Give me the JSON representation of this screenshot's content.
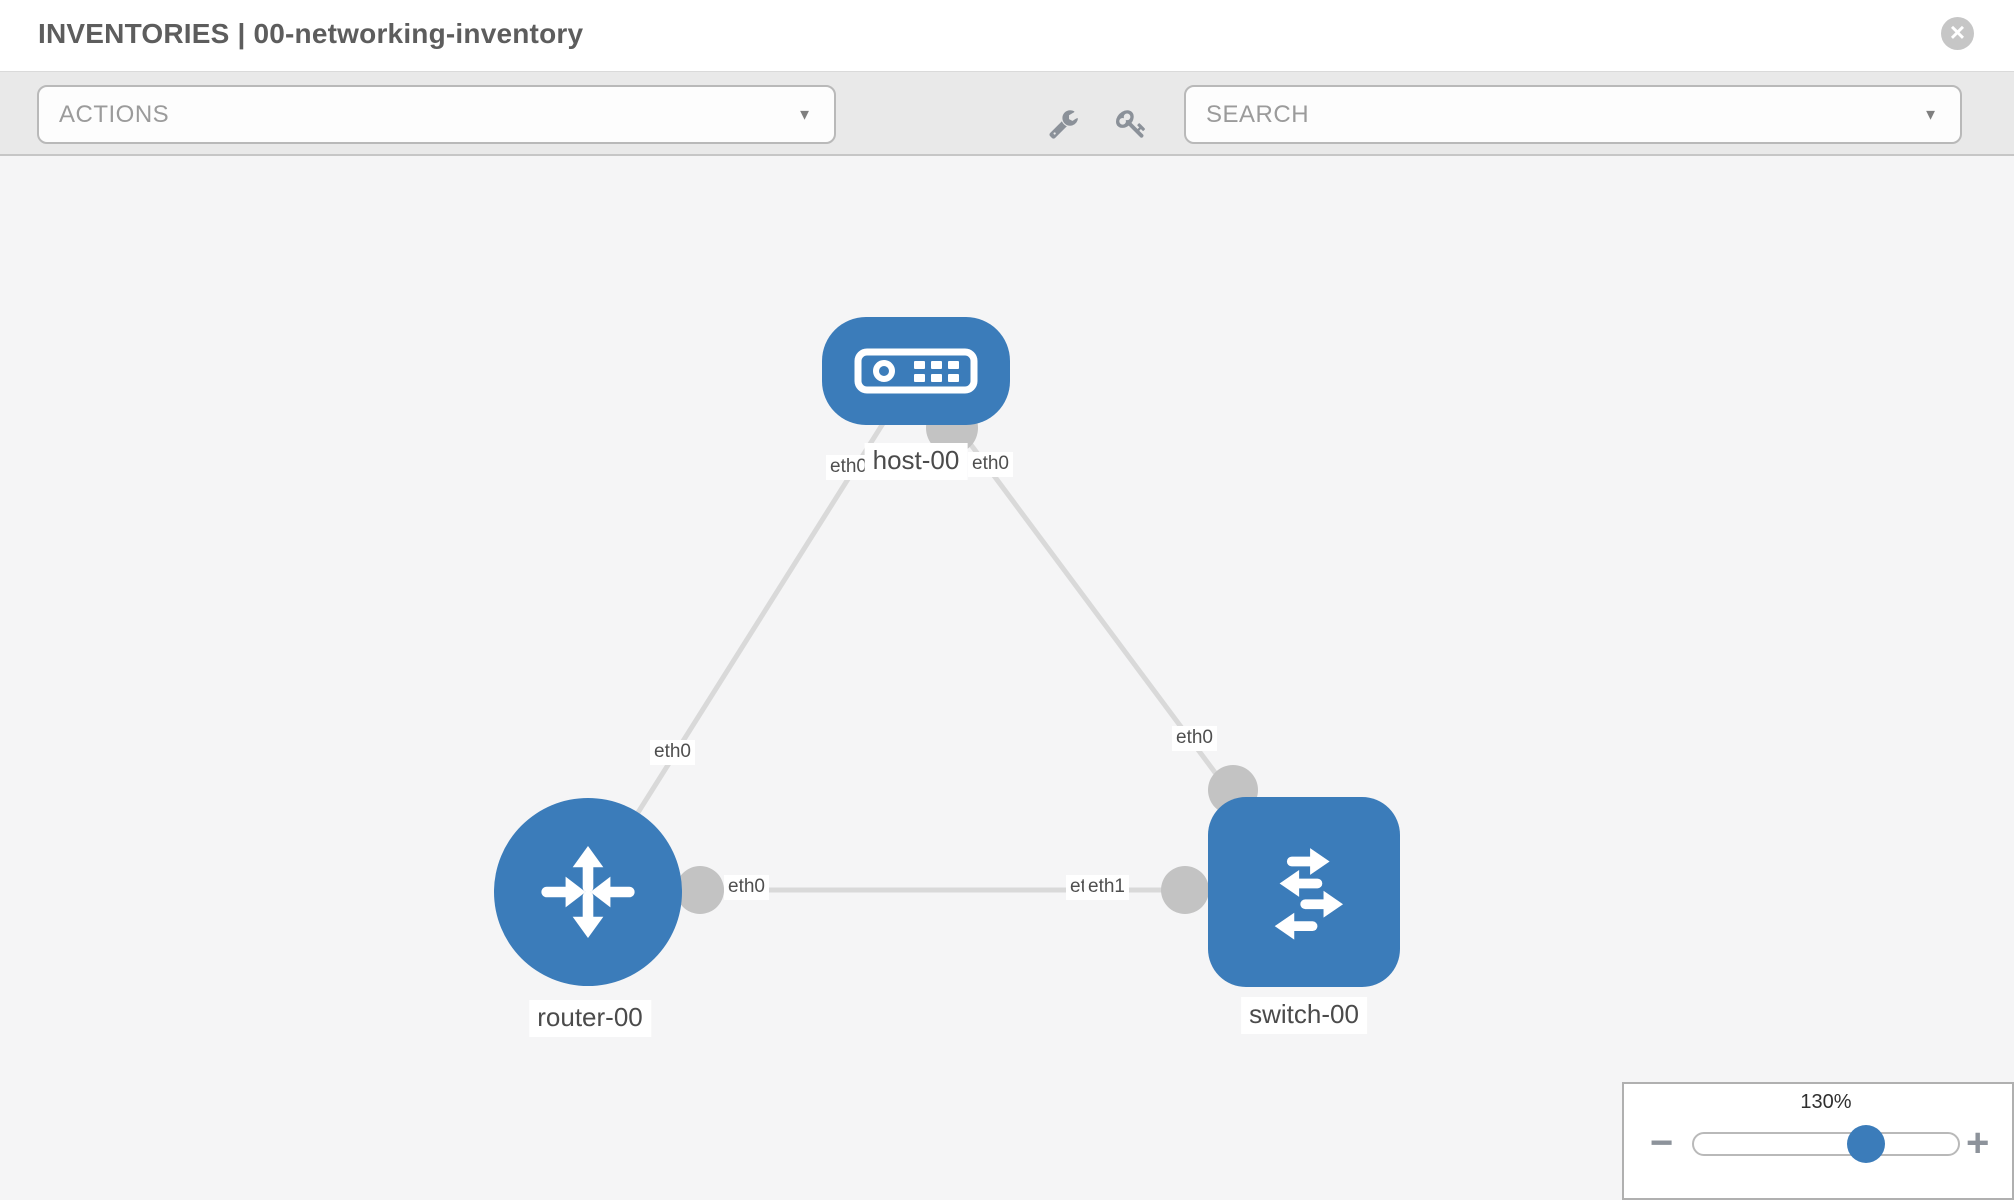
{
  "header": {
    "title": "INVENTORIES | 00-networking-inventory",
    "close_glyph": "×"
  },
  "toolbar": {
    "actions_label": "ACTIONS",
    "search_placeholder": "SEARCH",
    "caret_glyph": "▼"
  },
  "topology": {
    "nodes": {
      "host": {
        "label": "host-00",
        "type": "host"
      },
      "router": {
        "label": "router-00",
        "type": "router"
      },
      "switch": {
        "label": "switch-00",
        "type": "switch"
      }
    },
    "links": [
      {
        "from": "host-00",
        "from_iface": "eth0",
        "to": "router-00",
        "to_iface": "eth0"
      },
      {
        "from": "host-00",
        "from_iface": "eth0",
        "to": "switch-00",
        "to_iface": "eth0"
      },
      {
        "from": "router-00",
        "from_iface": "eth0",
        "to": "switch-00",
        "to_iface": "eth1"
      }
    ],
    "iface_labels": {
      "hr_host": "eth0",
      "hr_router": "eth0",
      "hs_host": "eth0",
      "hs_switch": "eth0",
      "rs_router": "eth0",
      "rs_switch_under": "eth0",
      "rs_switch_over": "eth1"
    }
  },
  "zoom_control": {
    "level": "130%",
    "minus_glyph": "−",
    "plus_glyph": "+"
  },
  "colors": {
    "node_blue": "#3b7cba",
    "link_gray": "#d9d9d9",
    "port_gray": "#c3c3c3",
    "slider_handle_blue": "#3b7cba",
    "toolbar_gray": "#e9e9e9",
    "canvas_gray": "#f5f5f6"
  }
}
